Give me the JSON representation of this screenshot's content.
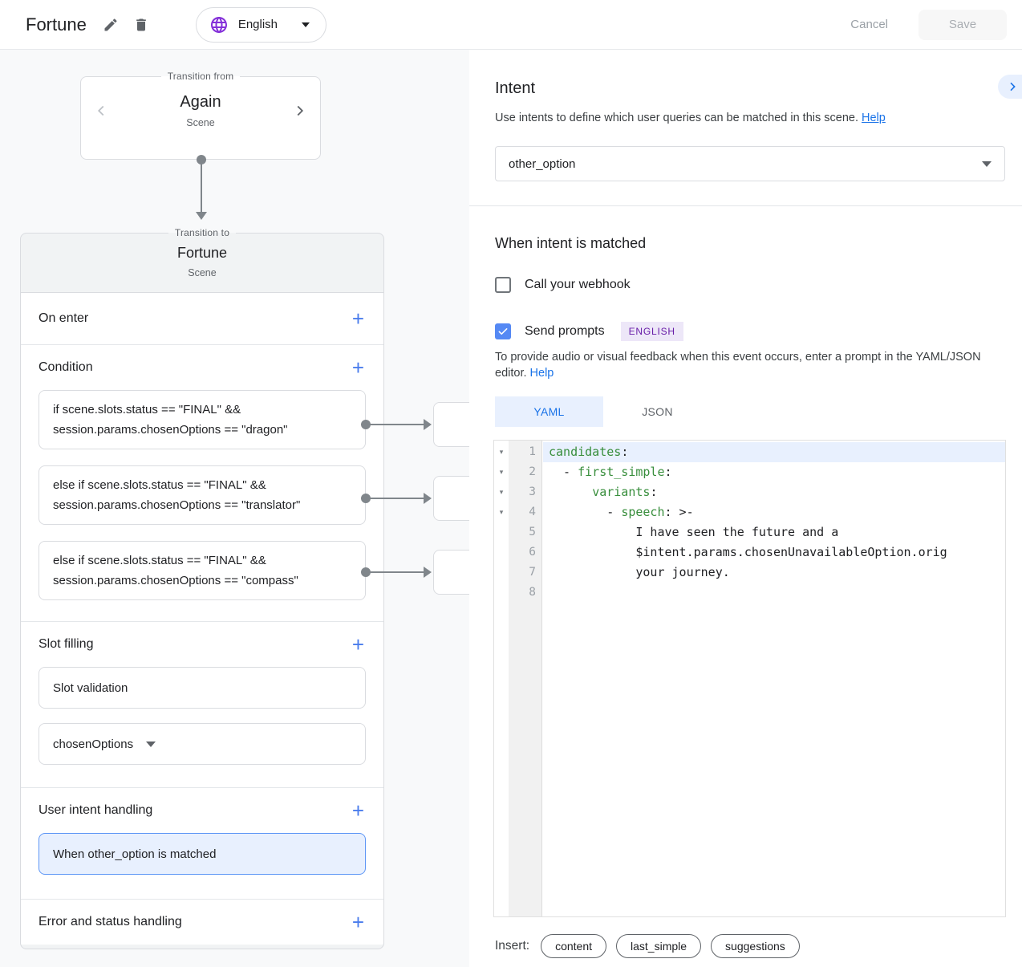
{
  "header": {
    "title": "Fortune",
    "language": "English",
    "cancel_label": "Cancel",
    "save_label": "Save"
  },
  "flow": {
    "transition_from": {
      "legend": "Transition from",
      "name": "Again",
      "type": "Scene"
    },
    "transition_to": {
      "legend": "Transition to",
      "name": "Fortune",
      "type": "Scene"
    },
    "sections": {
      "on_enter": "On enter",
      "condition": "Condition",
      "slot_filling": "Slot filling",
      "user_intent": "User intent handling",
      "error": "Error and status handling"
    },
    "conditions": [
      "if scene.slots.status == \"FINAL\" && session.params.chosenOptions == \"dragon\"",
      "else if scene.slots.status == \"FINAL\" && session.params.chosenOptions == \"translator\"",
      "else if scene.slots.status == \"FINAL\" && session.params.chosenOptions == \"compass\""
    ],
    "slot_validation_label": "Slot validation",
    "slot_name": "chosenOptions",
    "intent_handler_label": "When other_option is matched"
  },
  "intent_panel": {
    "title": "Intent",
    "description": "Use intents to define which user queries can be matched in this scene.",
    "help_label": "Help",
    "selected_intent": "other_option",
    "matched_title": "When intent is matched",
    "webhook_label": "Call your webhook",
    "send_prompts_label": "Send prompts",
    "language_badge": "ENGLISH",
    "prompt_hint": "To provide audio or visual feedback when this event occurs, enter a prompt in the YAML/JSON editor.",
    "hint_help_label": "Help",
    "tabs": {
      "yaml": "YAML",
      "json": "JSON"
    },
    "insert_label": "Insert:",
    "insert_chips": [
      "content",
      "last_simple",
      "suggestions"
    ]
  },
  "editor": {
    "lines": [
      {
        "n": "1",
        "fold": true,
        "active": true,
        "pre": "",
        "key": "candidates",
        "post": ":"
      },
      {
        "n": "2",
        "fold": true,
        "active": false,
        "pre": "  - ",
        "key": "first_simple",
        "post": ":"
      },
      {
        "n": "3",
        "fold": true,
        "active": false,
        "pre": "      ",
        "key": "variants",
        "post": ":"
      },
      {
        "n": "4",
        "fold": true,
        "active": false,
        "pre": "        - ",
        "key": "speech",
        "post": ": >-"
      },
      {
        "n": "5",
        "fold": false,
        "active": false,
        "pre": "            I have seen the future and a",
        "key": "",
        "post": ""
      },
      {
        "n": "6",
        "fold": false,
        "active": false,
        "pre": "            $intent.params.chosenUnavailableOption.orig",
        "key": "",
        "post": ""
      },
      {
        "n": "7",
        "fold": false,
        "active": false,
        "pre": "            your journey.",
        "key": "",
        "post": ""
      },
      {
        "n": "8",
        "fold": false,
        "active": false,
        "pre": "",
        "key": "",
        "post": ""
      }
    ]
  },
  "colors": {
    "accent_blue": "#1a73e8",
    "control_blue": "#4285f4",
    "selection_bg": "#e8f0fe",
    "globe_purple": "#8430d9",
    "badge_text": "#681da8",
    "badge_bg": "#ede7f8",
    "yaml_key_green": "#388e3c",
    "connector_gray": "#80868b"
  }
}
